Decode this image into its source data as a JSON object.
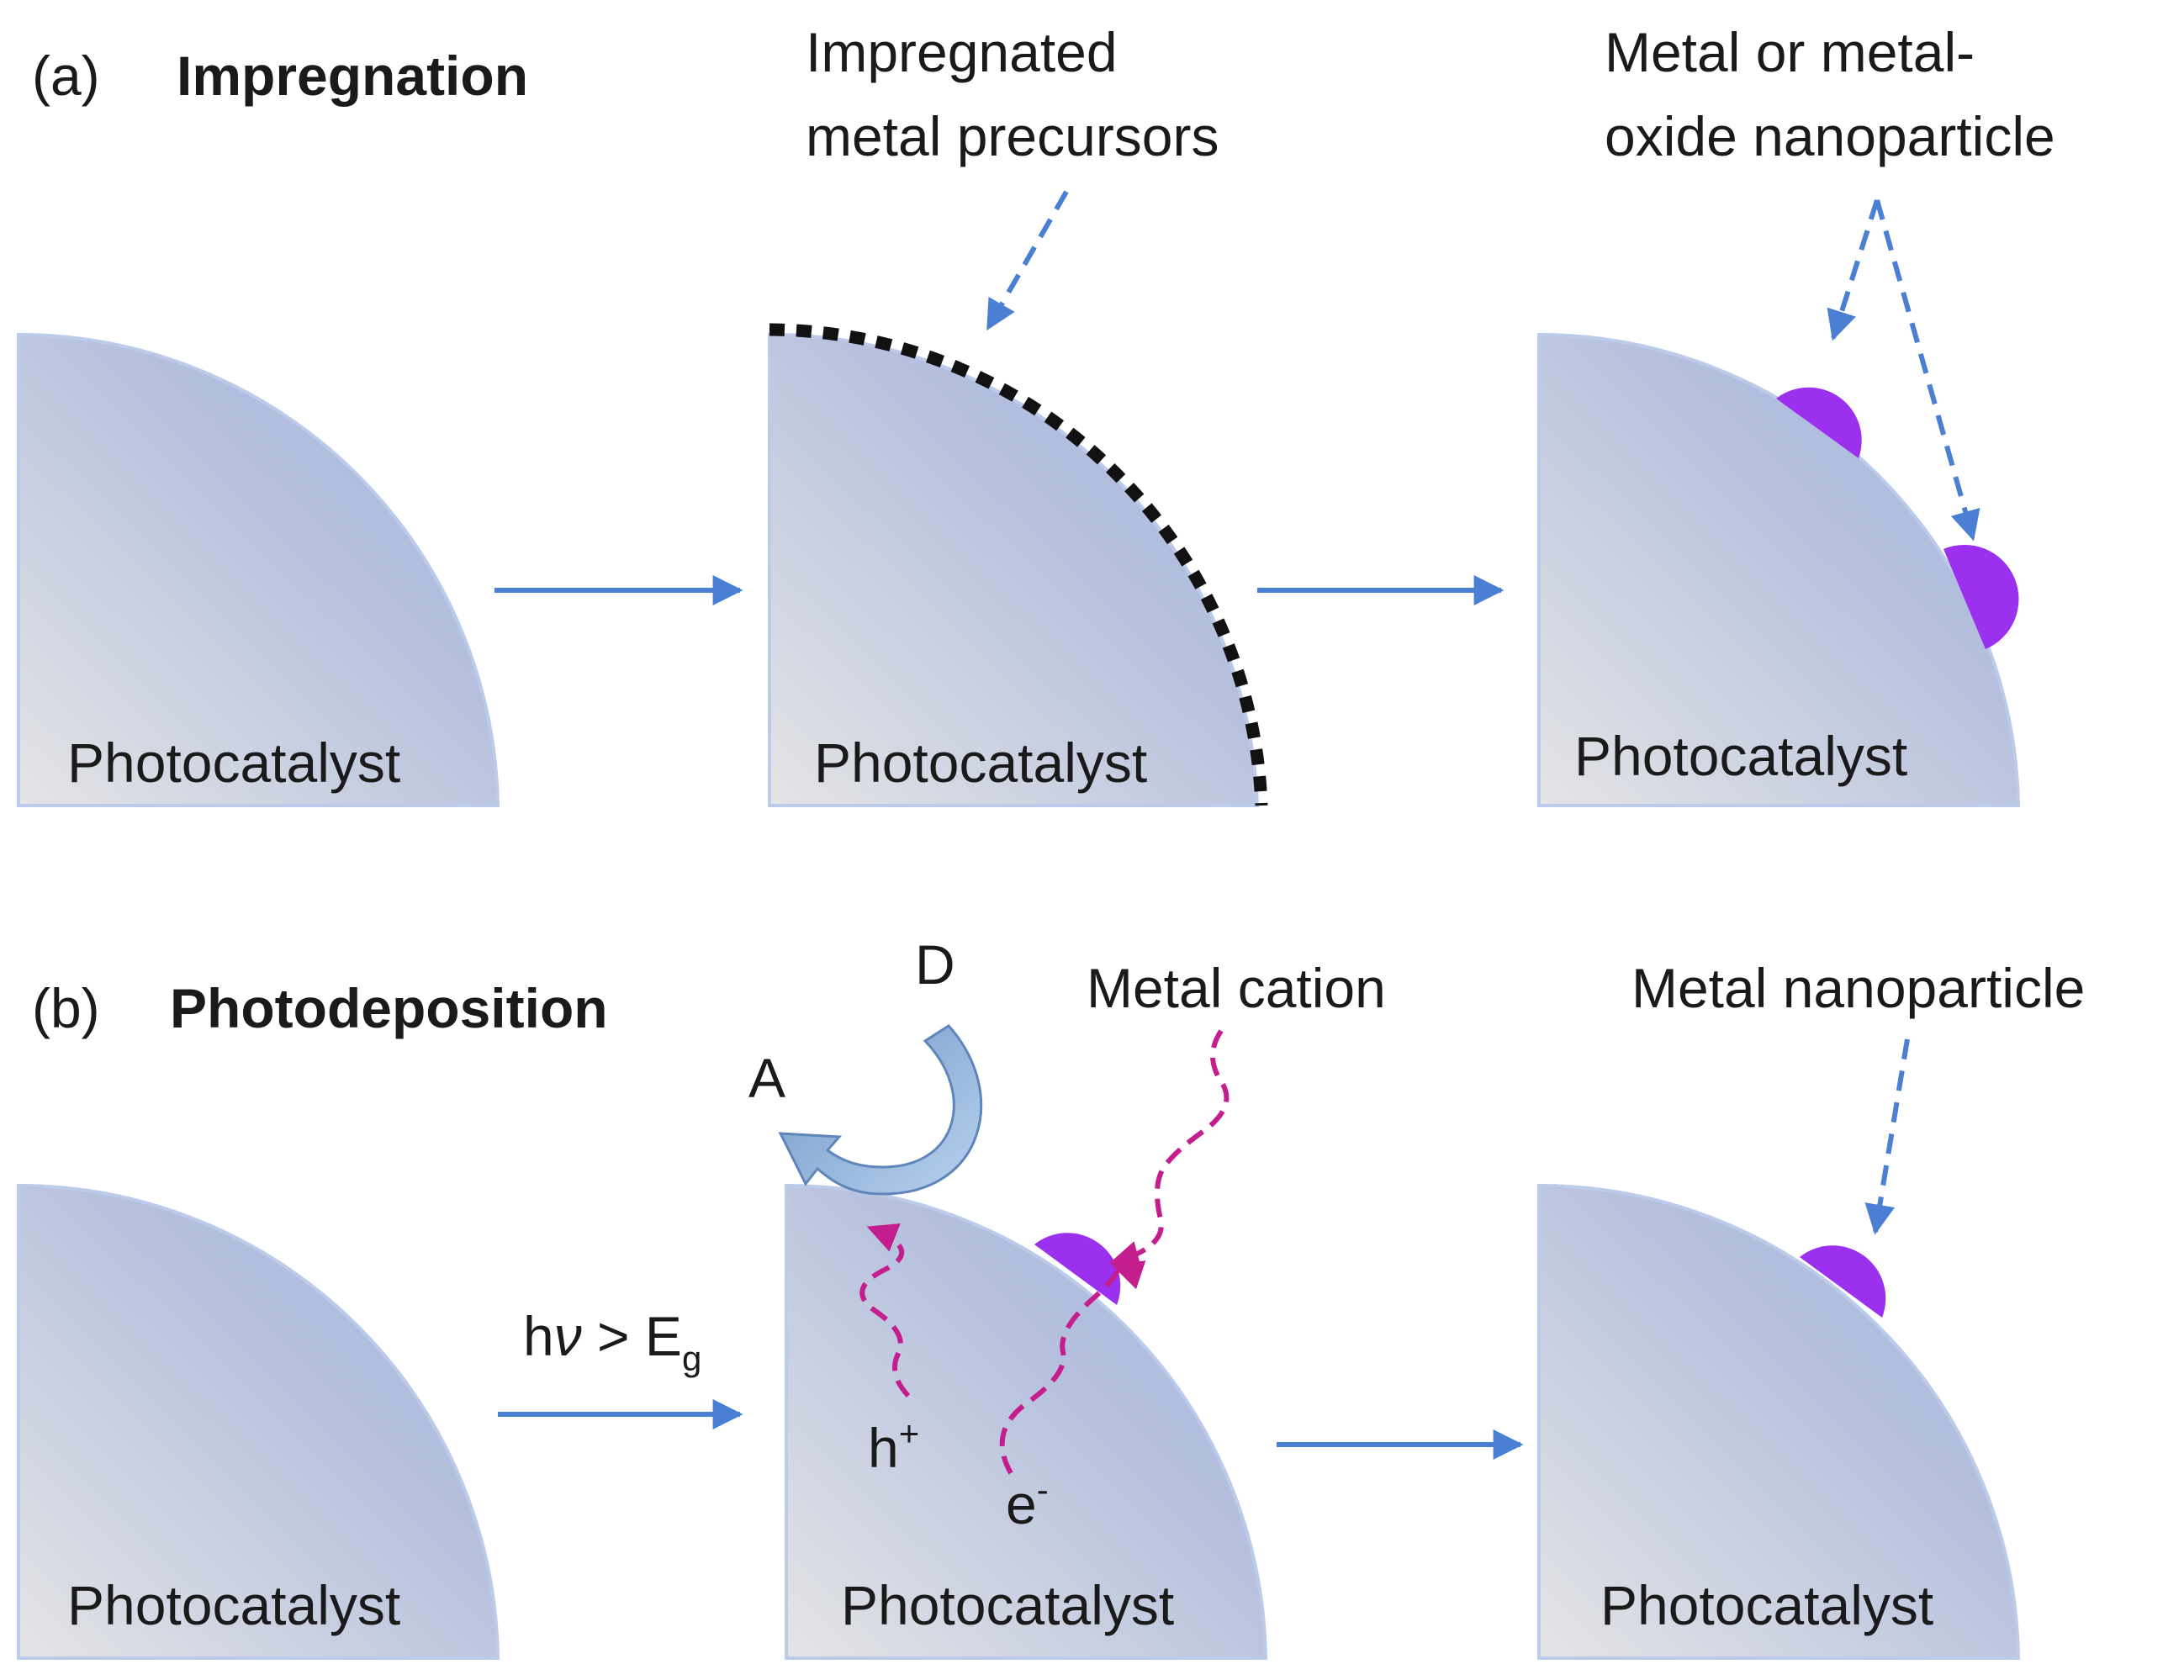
{
  "panel_a": {
    "label": "(a)",
    "title": "Impregnation",
    "callout_precursors": [
      "Impregnated",
      "metal precursors"
    ],
    "callout_nanoparticle": [
      "Metal or metal-",
      "oxide nanoparticle"
    ],
    "particles": [
      "Photocatalyst",
      "Photocatalyst",
      "Photocatalyst"
    ]
  },
  "panel_b": {
    "label": "(b)",
    "title": "Photodeposition",
    "donor": "D",
    "acceptor": "A",
    "callout_cation": "Metal cation",
    "callout_nanoparticle": "Metal nanoparticle",
    "light_h": "h",
    "light_nu": "ν",
    "light_gt": " > E",
    "light_sub": "g",
    "hole": "h",
    "hole_sup": "+",
    "electron": "e",
    "electron_sup": "-",
    "particles": [
      "Photocatalyst",
      "Photocatalyst",
      "Photocatalyst"
    ]
  },
  "colors": {
    "particle_gradient": [
      "#e2e2e4",
      "#aebcdc"
    ],
    "particle_edge": "#b9c8ea",
    "arrow": "#4a7fd4",
    "dashed_arrow": "#4a7fd4",
    "nanoparticle": "#9b30ee",
    "charge_path": "#c41d8e",
    "precursor_dots": "#111111",
    "curved_arrow": "#8fb5e6"
  }
}
